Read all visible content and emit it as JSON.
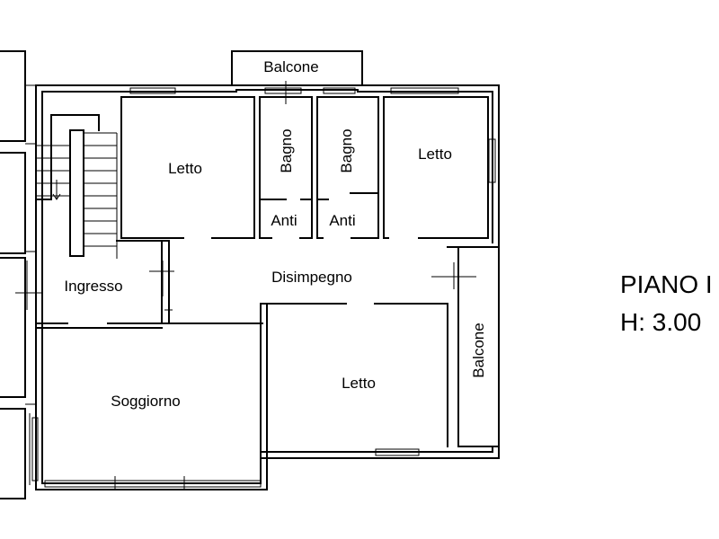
{
  "plan": {
    "rooms": {
      "balcone_top": "Balcone",
      "letto_left": "Letto",
      "bagno_1": "Bagno",
      "bagno_2": "Bagno",
      "letto_right": "Letto",
      "anti_1": "Anti",
      "anti_2": "Anti",
      "ingresso": "Ingresso",
      "disimpegno": "Disimpegno",
      "balcone_right": "Balcone",
      "soggiorno": "Soggiorno",
      "letto_bottom": "Letto"
    },
    "floor_label": "PIANO I",
    "height_label": "H: 3.00"
  }
}
